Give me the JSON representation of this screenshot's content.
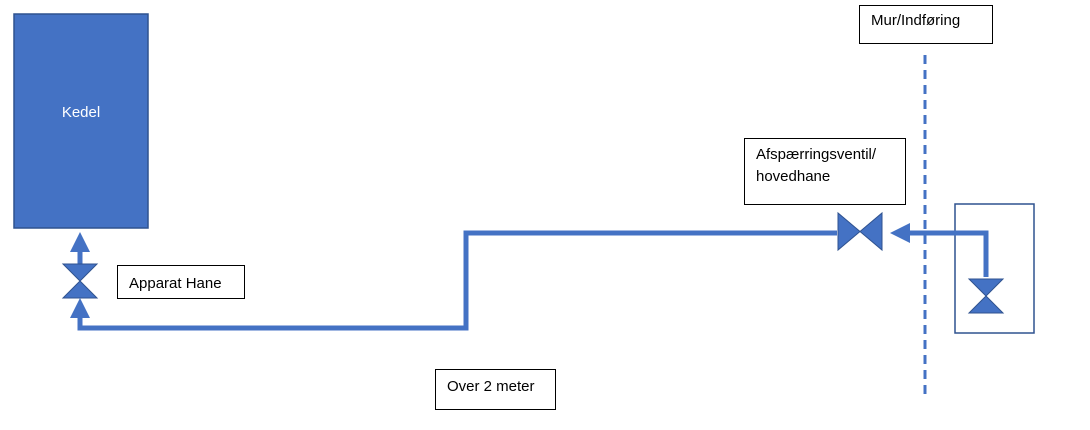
{
  "diagram": {
    "kedel": "Kedel",
    "apparat_hane": "Apparat Hane",
    "over_2_meter": "Over 2 meter",
    "mur_indforing": "Mur/Indføring",
    "afspaerringsventil_line1": "Afspærringsventil/",
    "afspaerringsventil_line2": "hovedhane"
  },
  "colors": {
    "pipe": "#4472c4",
    "boiler_fill": "#4472c4",
    "boiler_border": "#2f528f",
    "valve_fill": "#4472c4",
    "box_border": "#2f528f",
    "label_border": "#000000"
  }
}
